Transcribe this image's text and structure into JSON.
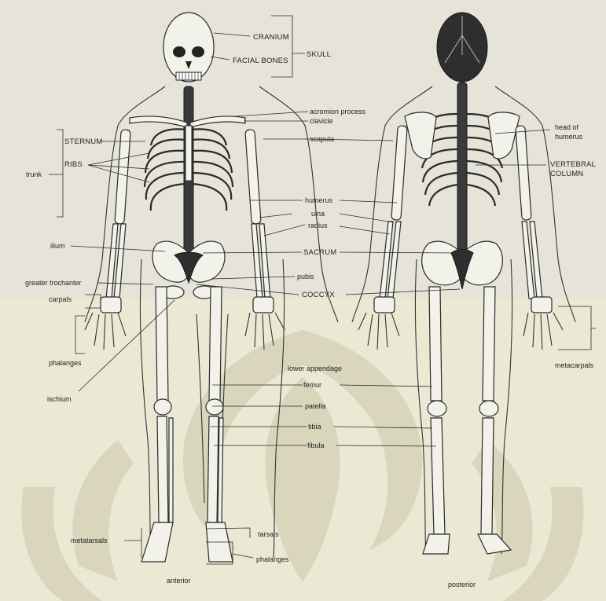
{
  "diagram": {
    "views": {
      "anterior": "anterior",
      "posterior": "posterior"
    },
    "labels": {
      "cranium": "CRANIUM",
      "facial_bones": "FACIAL BONES",
      "skull": "SKULL",
      "acromion_process": "acromion process",
      "clavicle": "clavicle",
      "sternum": "STERNUM",
      "scapula": "scapula",
      "ribs": "RIBS",
      "trunk": "trunk",
      "humerus": "humerus",
      "ulna": "ulna",
      "radius": "radius",
      "ilium": "ilium",
      "sacrum": "SACRUM",
      "greater_trochanter": "greater trochanter",
      "pubis": "pubis",
      "carpals": "carpals",
      "coccyx": "COCCYX",
      "phalanges_hand": "phalanges",
      "lower_appendage": "lower appendage",
      "ischium": "ischium",
      "femur": "femur",
      "patella": "patella",
      "tibia": "tibia",
      "fibula": "fibula",
      "metatarsals": "metatarsals",
      "tarsals": "tarsals",
      "phalanges_foot": "phalanges",
      "head_of_humerus_1": "head of",
      "head_of_humerus_2": "humerus",
      "vertebral_column_1": "VERTEBRAL",
      "vertebral_column_2": "COLUMN",
      "metacarpals": "metacarpals"
    }
  }
}
